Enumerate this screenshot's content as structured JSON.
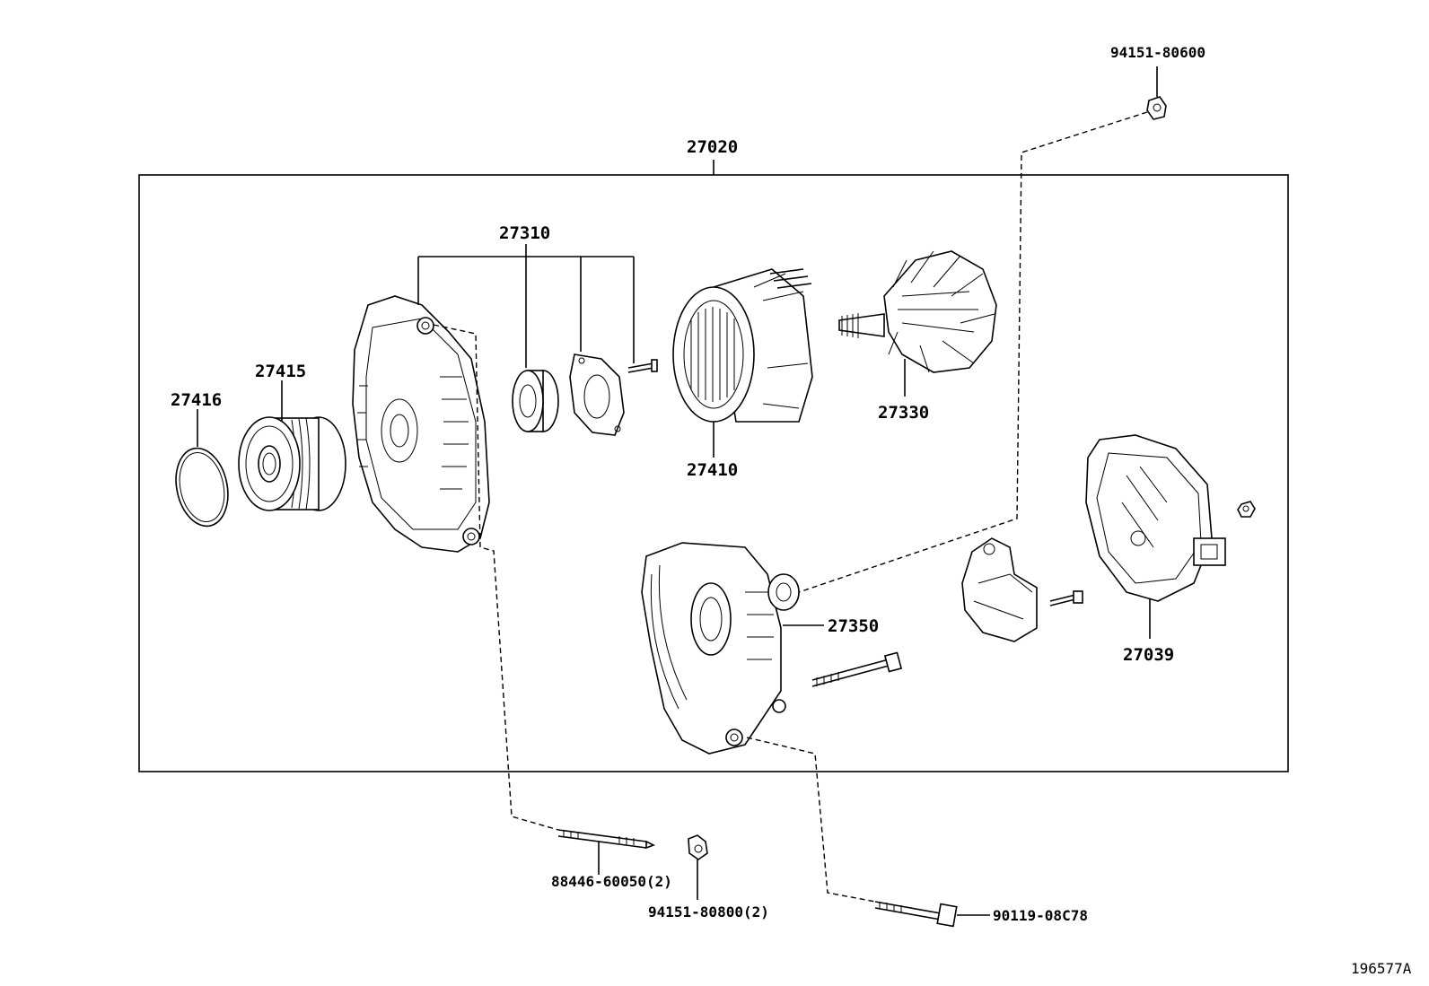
{
  "diagram_id": "196577A",
  "assembly": {
    "label": "27020"
  },
  "parts": {
    "p27310": "27310",
    "p27415": "27415",
    "p27416": "27416",
    "p27410": "27410",
    "p27330": "27330",
    "p27350": "27350",
    "p27039": "27039",
    "p94151_80600": "94151-80600",
    "p88446_60050": "88446-60050(2)",
    "p94151_80800": "94151-80800(2)",
    "p90119_08C78": "90119-08C78"
  }
}
